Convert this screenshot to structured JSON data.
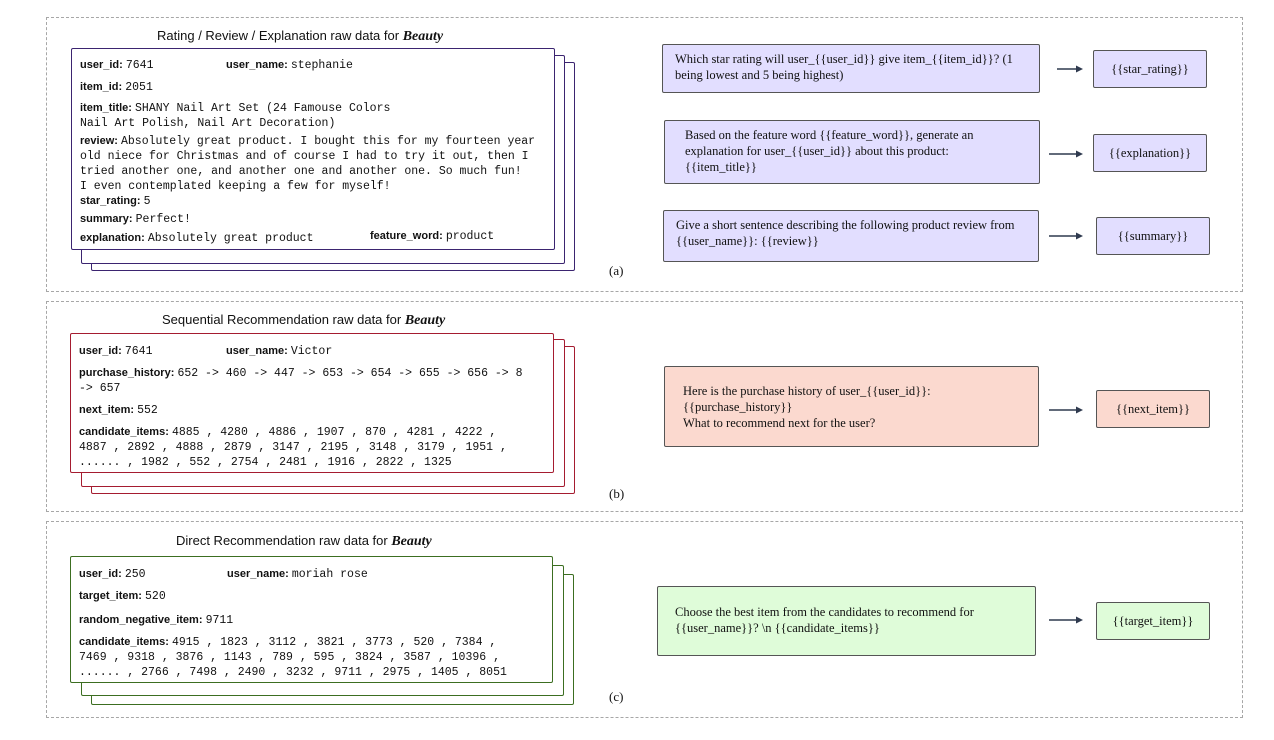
{
  "panel_a": {
    "title_prefix": "Rating / Review / Explanation raw data for ",
    "title_dataset": "Beauty",
    "fields": {
      "user_id_key": "user_id",
      "user_id_val": "7641",
      "user_name_key": "user_name",
      "user_name_val": "stephanie",
      "item_id_key": "item_id",
      "item_id_val": "2051",
      "item_title_key": "item_title",
      "item_title_line1": "SHANY Nail Art Set (24 Famouse Colors",
      "item_title_line2": "Nail Art Polish, Nail Art Decoration)",
      "review_key": "review",
      "review_line1": "Absolutely great product. I bought this for my fourteen year",
      "review_line2": "old niece for Christmas and of course I had to try it out, then I",
      "review_line3": "tried another one, and another one and another one.  So much fun!",
      "review_line4": "I even contemplated keeping a few for myself!",
      "star_rating_key": "star_rating",
      "star_rating_val": "5",
      "summary_key": "summary",
      "summary_val": "Perfect!",
      "explanation_key": "explanation",
      "explanation_val": "Absolutely great product",
      "feature_word_key": "feature_word",
      "feature_word_val": "product"
    },
    "prompts": [
      {
        "text": "Which star rating will user_{{user_id}} give item_{{item_id}}? (1 being lowest and 5 being highest)",
        "output": "{{star_rating}}"
      },
      {
        "text": "Based on the feature word {{feature_word}}, generate an explanation for user_{{user_id}} about this product: {{item_title}}",
        "output": "{{explanation}}"
      },
      {
        "text": "Give a short sentence describing the following product review from {{user_name}}: {{review}}",
        "output": "{{summary}}"
      }
    ],
    "tag": "(a)"
  },
  "panel_b": {
    "title_prefix": "Sequential Recommendation raw data for ",
    "title_dataset": "Beauty",
    "fields": {
      "user_id_key": "user_id",
      "user_id_val": "7641",
      "user_name_key": "user_name",
      "user_name_val": "Victor",
      "purchase_history_key": "purchase_history",
      "purchase_history_line1": "652 -> 460 -> 447 -> 653 -> 654 -> 655 -> 656 -> 8",
      "purchase_history_line2": "-> 657",
      "next_item_key": "next_item",
      "next_item_val": "552",
      "candidate_items_key": "candidate_items",
      "candidate_line1": "4885 , 4280 , 4886 , 1907 , 870 , 4281 , 4222 ,",
      "candidate_line2": "4887 , 2892 , 4888 , 2879 , 3147 , 2195 , 3148 , 3179 , 1951 ,",
      "candidate_line3": "...... , 1982 , 552 , 2754 , 2481 , 1916 , 2822 , 1325"
    },
    "prompt_line1": "Here is the purchase history of user_{{user_id}}:",
    "prompt_line2": "{{purchase_history}}",
    "prompt_line3": "What to recommend next for the user?",
    "output": "{{next_item}}",
    "tag": "(b)"
  },
  "panel_c": {
    "title_prefix": "Direct Recommendation raw data for ",
    "title_dataset": "Beauty",
    "fields": {
      "user_id_key": "user_id",
      "user_id_val": "250",
      "user_name_key": "user_name",
      "user_name_val": "moriah rose",
      "target_item_key": "target_item",
      "target_item_val": "520",
      "random_negative_item_key": "random_negative_item",
      "random_negative_item_val": "9711",
      "candidate_items_key": "candidate_items",
      "candidate_line1": "4915 , 1823 , 3112 , 3821 , 3773 , 520 , 7384 ,",
      "candidate_line2": "7469 , 9318 , 3876 , 1143 , 789 , 595 , 3824 , 3587 , 10396 ,",
      "candidate_line3": "...... , 2766 , 7498 , 2490 , 3232 , 9711 , 2975  , 1405 , 8051"
    },
    "prompt_line1": "Choose the best item from the candidates to recommend for",
    "prompt_line2": "{{user_name}}? \\n {{candidate_items}}",
    "output": "{{target_item}}",
    "tag": "(c)"
  },
  "colors": {
    "purple_border": "#3b2470",
    "red_border": "#a51c30",
    "green_border": "#3c6e21",
    "purple_fill": "#e2deff",
    "red_fill": "#fbd9cf",
    "green_fill": "#dffcd9"
  }
}
